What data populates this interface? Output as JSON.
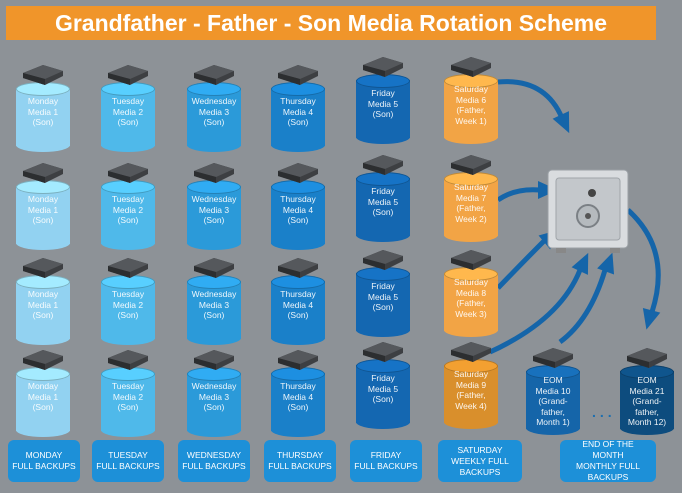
{
  "title": "Grandfather - Father - Son Media Rotation Scheme",
  "columns": [
    {
      "color": "#92d2f1",
      "media": [
        {
          "lines": [
            "Monday",
            "Media 1",
            "(Son)"
          ]
        },
        {
          "lines": [
            "Monday",
            "Media 1",
            "(Son)"
          ]
        },
        {
          "lines": [
            "Monday",
            "Media 1",
            "(Son)"
          ]
        },
        {
          "lines": [
            "Monday",
            "Media 1",
            "(Son)"
          ]
        }
      ]
    },
    {
      "color": "#4fb9ea",
      "media": [
        {
          "lines": [
            "Tuesday",
            "Media 2",
            "(Son)"
          ]
        },
        {
          "lines": [
            "Tuesday",
            "Media 2",
            "(Son)"
          ]
        },
        {
          "lines": [
            "Tuesday",
            "Media 2",
            "(Son)"
          ]
        },
        {
          "lines": [
            "Tuesday",
            "Media 2",
            "(Son)"
          ]
        }
      ]
    },
    {
      "color": "#2b9ad9",
      "media": [
        {
          "lines": [
            "Wednesday",
            "Media 3",
            "(Son)"
          ]
        },
        {
          "lines": [
            "Wednesday",
            "Media 3",
            "(Son)"
          ]
        },
        {
          "lines": [
            "Wednesday",
            "Media 3",
            "(Son)"
          ]
        },
        {
          "lines": [
            "Wednesday",
            "Media 3",
            "(Son)"
          ]
        }
      ]
    },
    {
      "color": "#1a80c9",
      "media": [
        {
          "lines": [
            "Thursday",
            "Media 4",
            "(Son)"
          ]
        },
        {
          "lines": [
            "Thursday",
            "Media 4",
            "(Son)"
          ]
        },
        {
          "lines": [
            "Thursday",
            "Media 4",
            "(Son)"
          ]
        },
        {
          "lines": [
            "Thursday",
            "Media 4",
            "(Son)"
          ]
        }
      ]
    },
    {
      "color": "#1467b1",
      "media": [
        {
          "lines": [
            "Friday",
            "Media 5",
            "(Son)"
          ]
        },
        {
          "lines": [
            "Friday",
            "Media 5",
            "(Son)"
          ]
        },
        {
          "lines": [
            "Friday",
            "Media 5",
            "(Son)"
          ]
        },
        {
          "lines": [
            "Friday",
            "Media 5",
            "(Son)"
          ]
        }
      ]
    },
    {
      "color": "#f2a445",
      "media": [
        {
          "lines": [
            "Saturday",
            "Media 6",
            "(Father,",
            "Week 1)"
          ]
        },
        {
          "lines": [
            "Saturday",
            "Media 7",
            "(Father,",
            "Week 2)"
          ]
        },
        {
          "lines": [
            "Saturday",
            "Media 8",
            "(Father,",
            "Week 3)"
          ]
        },
        {
          "lines": [
            "Saturday",
            "Media 9",
            "(Father,",
            "Week 4)"
          ],
          "color": "#d98f2c"
        }
      ]
    }
  ],
  "eom": [
    {
      "color": "#1565a9",
      "lines": [
        "EOM",
        "Media 10",
        "(Grand-",
        "father,",
        "Month 1)"
      ]
    },
    {
      "color": "#0d4c7e",
      "lines": [
        "EOM",
        "Media 21",
        "(Grand-",
        "father,",
        "Month 12)"
      ]
    }
  ],
  "ellipsis": "...",
  "labels": [
    "MONDAY\nFULL BACKUPS",
    "TUESDAY\nFULL BACKUPS",
    "WEDNESDAY\nFULL BACKUPS",
    "THURSDAY\nFULL BACKUPS",
    "FRIDAY\nFULL BACKUPS",
    "SATURDAY\nWEEKLY FULL\nBACKUPS",
    "END OF THE\nMONTH\nMONTHLY FULL\nBACKUPS"
  ],
  "arrow_color": "#1565a9"
}
